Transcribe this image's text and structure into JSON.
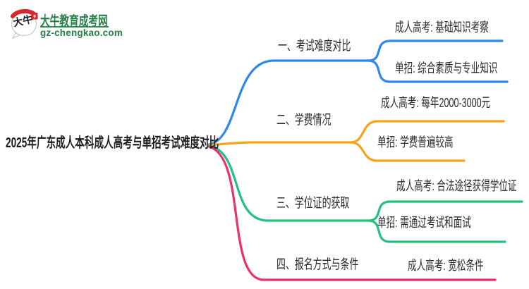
{
  "logo": {
    "icon_text": "大牛",
    "title": "大牛教育成考网",
    "subtitle": "gz-chengkao.com",
    "brand_green": "#267f46",
    "seal_red": "#d8262c"
  },
  "mindmap": {
    "root": {
      "label": "2025年广东成人本科成人高考与单招考试难度对比"
    },
    "branches": [
      {
        "label": "一、考试难度对比",
        "color": "#2e87eb",
        "children": [
          "成人高考: 基础知识考察",
          "单招: 综合素质与专业知识"
        ]
      },
      {
        "label": "二、学费情况",
        "color": "#f7a31b",
        "children": [
          "成人高考: 每年2000-3000元",
          "单招: 学费普遍较高"
        ]
      },
      {
        "label": "三、学位证的获取",
        "color": "#22c17e",
        "children": [
          "成人高考: 合法途径获得学位证",
          "单招: 需通过考试和面试"
        ]
      },
      {
        "label": "四、报名方式与条件",
        "color": "#ee2e72",
        "children": [
          "成人高考: 宽松条件"
        ]
      }
    ]
  }
}
